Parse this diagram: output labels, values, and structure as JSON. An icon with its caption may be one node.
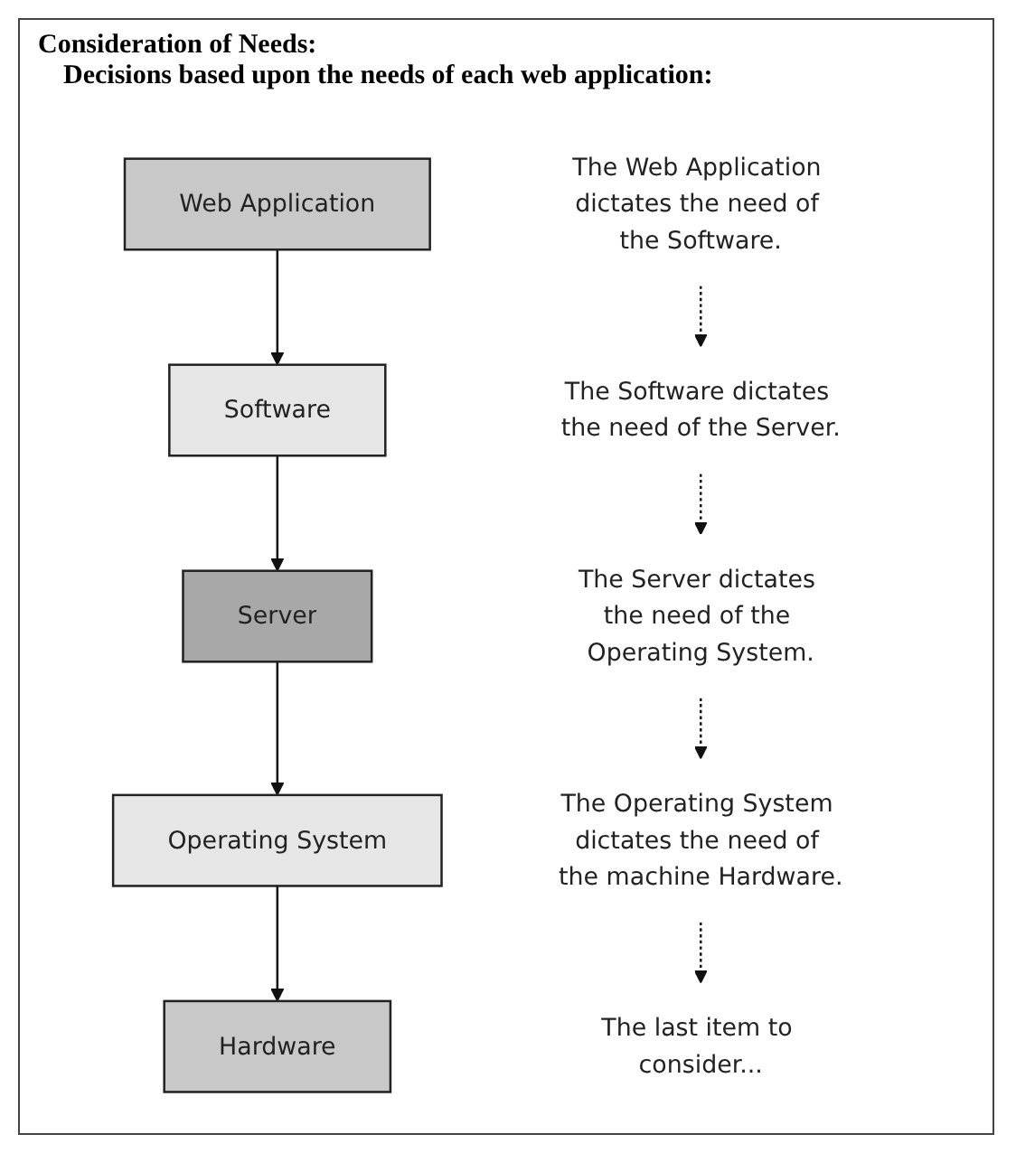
{
  "diagram": {
    "title": "Consideration of Needs:",
    "nodes": [
      {
        "text": [
          "Web Application"
        ]
      },
      {
        "text": [
          "The Web Application dictates the need of the Software."
        ]
      },
      {
        "text": [
          "Software"
        ]
      },
      {
        "text": [
          "The Software dictates the need of the Server."
        ]
      },
      {
        "text": [
          "Server"
        ]
      },
      {
        "text": [
          "The Server dictates the need of the Operating System."
        ]
      },
      {
        "text": [
          "Operating System"
        ]
      },
      {
        "text": [
          "The Operating System dictates the need of the machine Hardware."
        ]
      },
      {
        "text": [
          "Hardware"
        ]
      },
      {
        "text": [
          "The last item to consider..."
        ]
      }
    ],
    "edges": [
      {
        "from": 0,
        "to": 2,
        "arrow": "to"
      },
      {
        "from": 1,
        "to": 3,
        "arrow": "to",
        "style": "dashed"
      },
      {
        "from": 2,
        "to": 4,
        "arrow": "to"
      },
      {
        "from": 3,
        "to": 5,
        "arrow": "to",
        "style": "dashed"
      },
      {
        "from": 4,
        "to": 6,
        "arrow": "to"
      },
      {
        "from": 5,
        "to": 7,
        "arrow": "to",
        "style": "dashed"
      },
      {
        "from": 6,
        "to": 8,
        "arrow": "to"
      },
      {
        "from": 7,
        "to": 9,
        "arrow": "to",
        "style": "dashed"
      }
    ],
    "labels": [
      "Decisions based upon the needs of each web application:"
    ]
  }
}
